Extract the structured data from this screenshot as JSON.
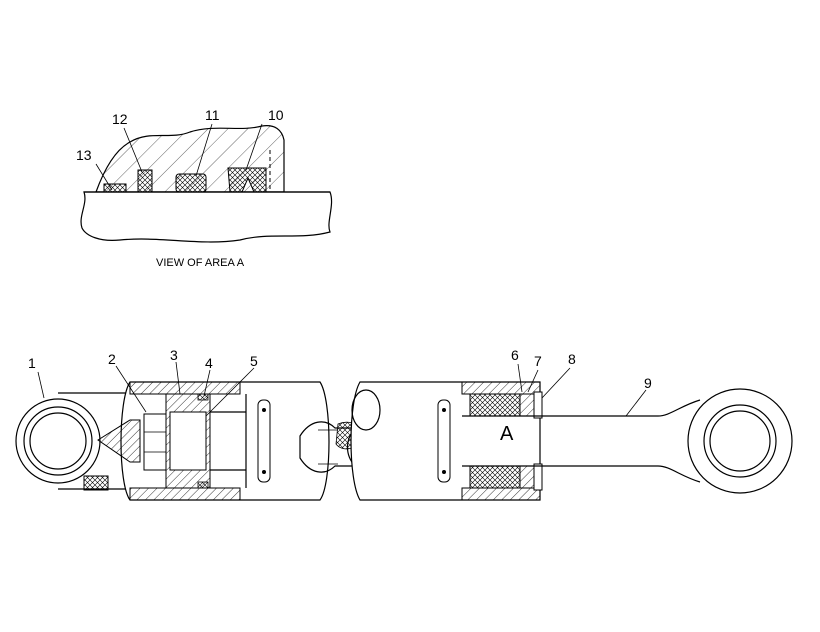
{
  "detail_view": {
    "caption": "VIEW OF AREA A",
    "callouts": [
      "10",
      "11",
      "12",
      "13"
    ]
  },
  "assembly": {
    "callouts": [
      "1",
      "2",
      "3",
      "4",
      "5",
      "6",
      "7",
      "8",
      "9"
    ],
    "area_marker": "A"
  }
}
